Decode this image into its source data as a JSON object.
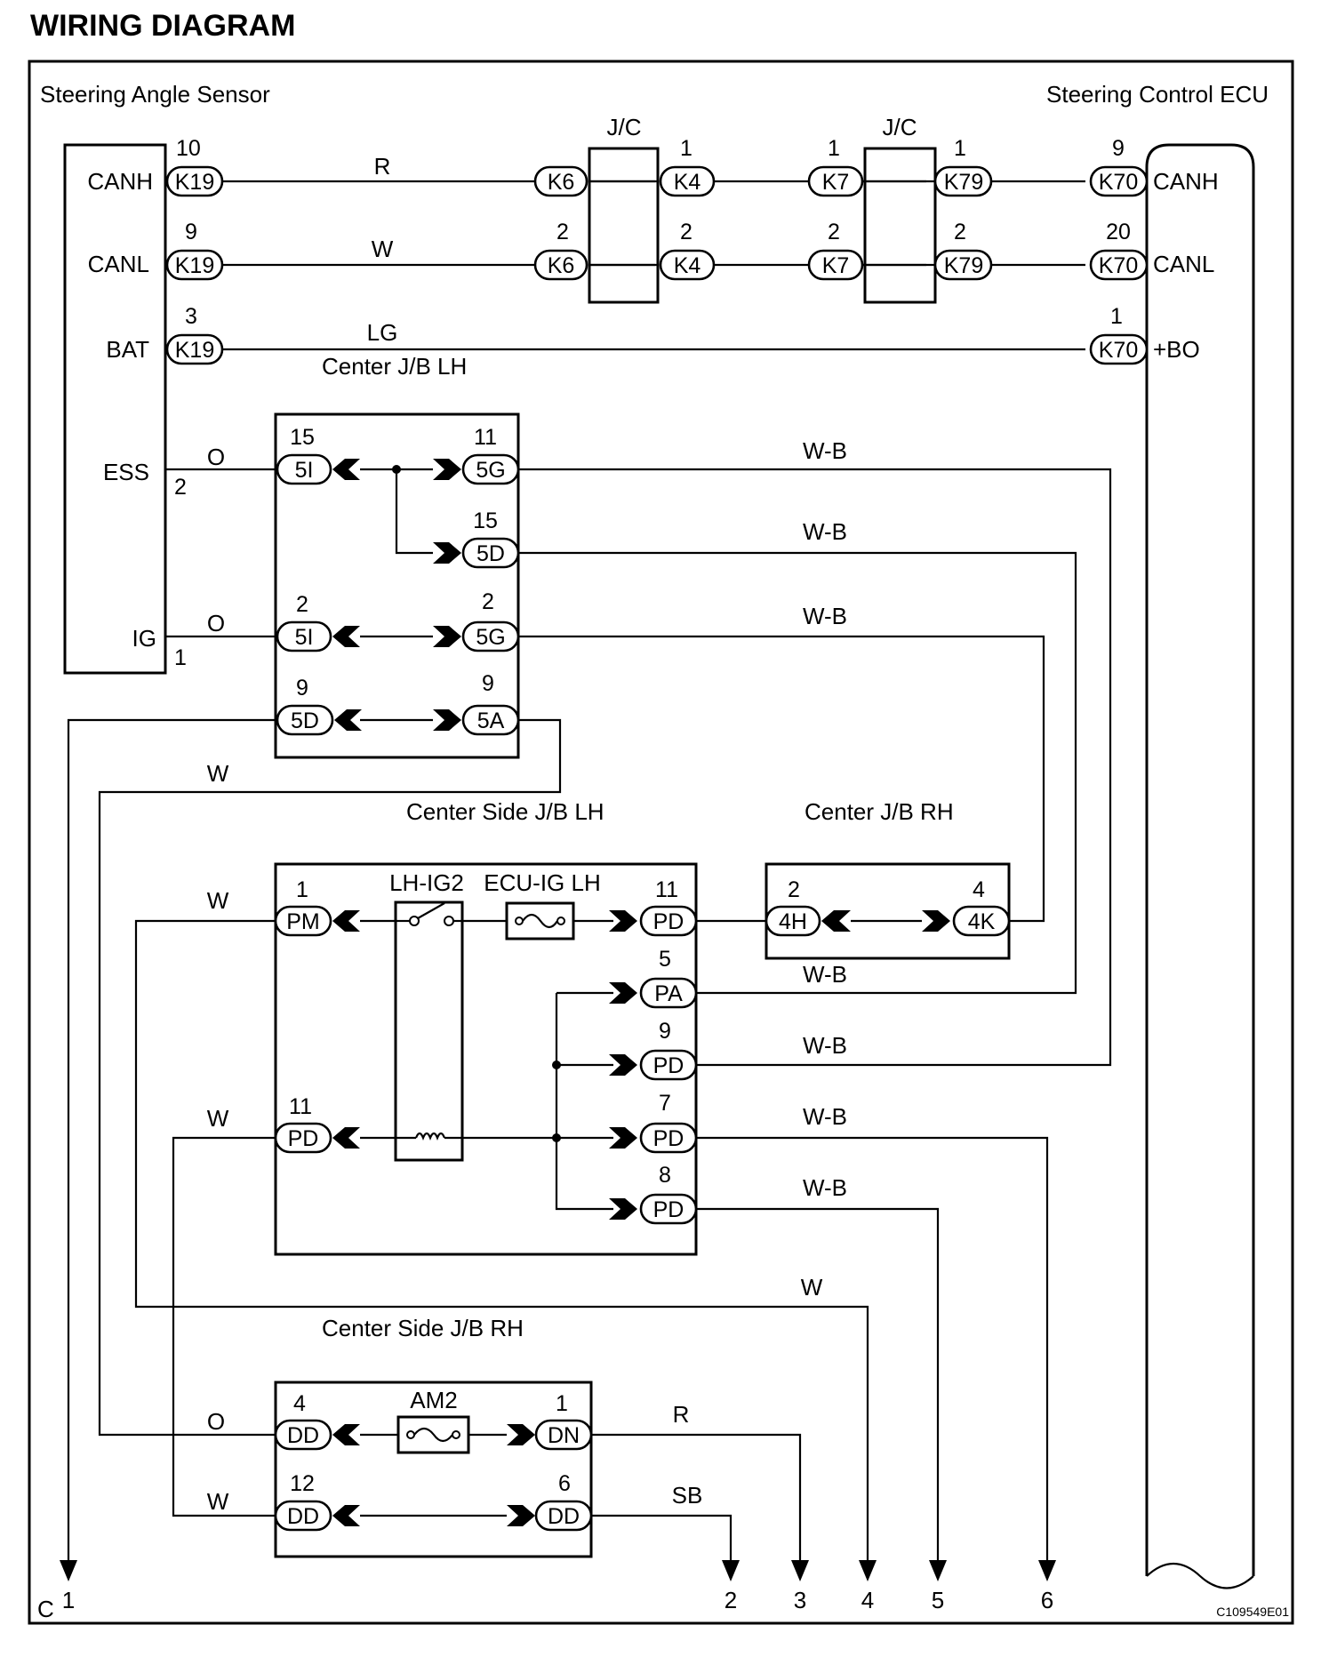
{
  "title": "WIRING DIAGRAM",
  "components": {
    "sensor": "Steering Angle Sensor",
    "ecu": "Steering Control ECU",
    "jc": "J/C",
    "center_jb_lh": "Center J/B LH",
    "center_side_jb_lh": "Center Side J/B LH",
    "center_jb_rh": "Center J/B RH",
    "center_side_jb_rh": "Center Side J/B RH",
    "relay": "LH-IG2",
    "fuse_ecu": "ECU-IG LH",
    "fuse_am2": "AM2"
  },
  "pins": {
    "sensor": [
      "CANH",
      "CANL",
      "BAT",
      "ESS",
      "IG"
    ],
    "ecu": [
      "CANH",
      "CANL",
      "+BO"
    ]
  },
  "wire_colors": {
    "r": "R",
    "w": "W",
    "lg": "LG",
    "o": "O",
    "wb": "W-B",
    "sb": "SB"
  },
  "connectors": {
    "k19": "K19",
    "k6": "K6",
    "k4": "K4",
    "k7": "K7",
    "k79": "K79",
    "k70": "K70",
    "c5i": "5I",
    "c5g": "5G",
    "c5d": "5D",
    "c5a": "5A",
    "pm": "PM",
    "pd": "PD",
    "pa": "PA",
    "c4h": "4H",
    "c4k": "4K",
    "dd": "DD",
    "dn": "DN"
  },
  "pin_numbers": {
    "k19_canh": "10",
    "k19_canl": "9",
    "k19_bat": "3",
    "k4_canh": "1",
    "k6_canl": "2",
    "k4_canl": "2",
    "k7_canh": "1",
    "k79_canh": "1",
    "k7_canl": "2",
    "k79_canl": "2",
    "k70_canh": "9",
    "k70_canl": "20",
    "k70_bo": "1",
    "ess_pin": "2",
    "ig_pin": "1",
    "c5i_ess": "15",
    "c5g_ess": "11",
    "c5d_ess": "15",
    "c5i_ig": "2",
    "c5g_ig": "2",
    "c5d_bot": "9",
    "c5a_bot": "9",
    "pm": "1",
    "pd_top": "11",
    "pa": "5",
    "pd_9": "9",
    "pd_11b": "11",
    "pd_7": "7",
    "pd_8": "8",
    "c4h": "2",
    "c4k": "4",
    "dd_4": "4",
    "dn_1": "1",
    "dd_12": "12",
    "dd_6": "6"
  },
  "terminals": [
    "1",
    "2",
    "3",
    "4",
    "5",
    "6"
  ],
  "corner_letter": "C",
  "figure_code": "C109549E01",
  "icons": [
    "relay-switch-icon",
    "relay-coil-icon",
    "fuse-icon",
    "arrow-down-icon",
    "connector-chevron-icon"
  ]
}
